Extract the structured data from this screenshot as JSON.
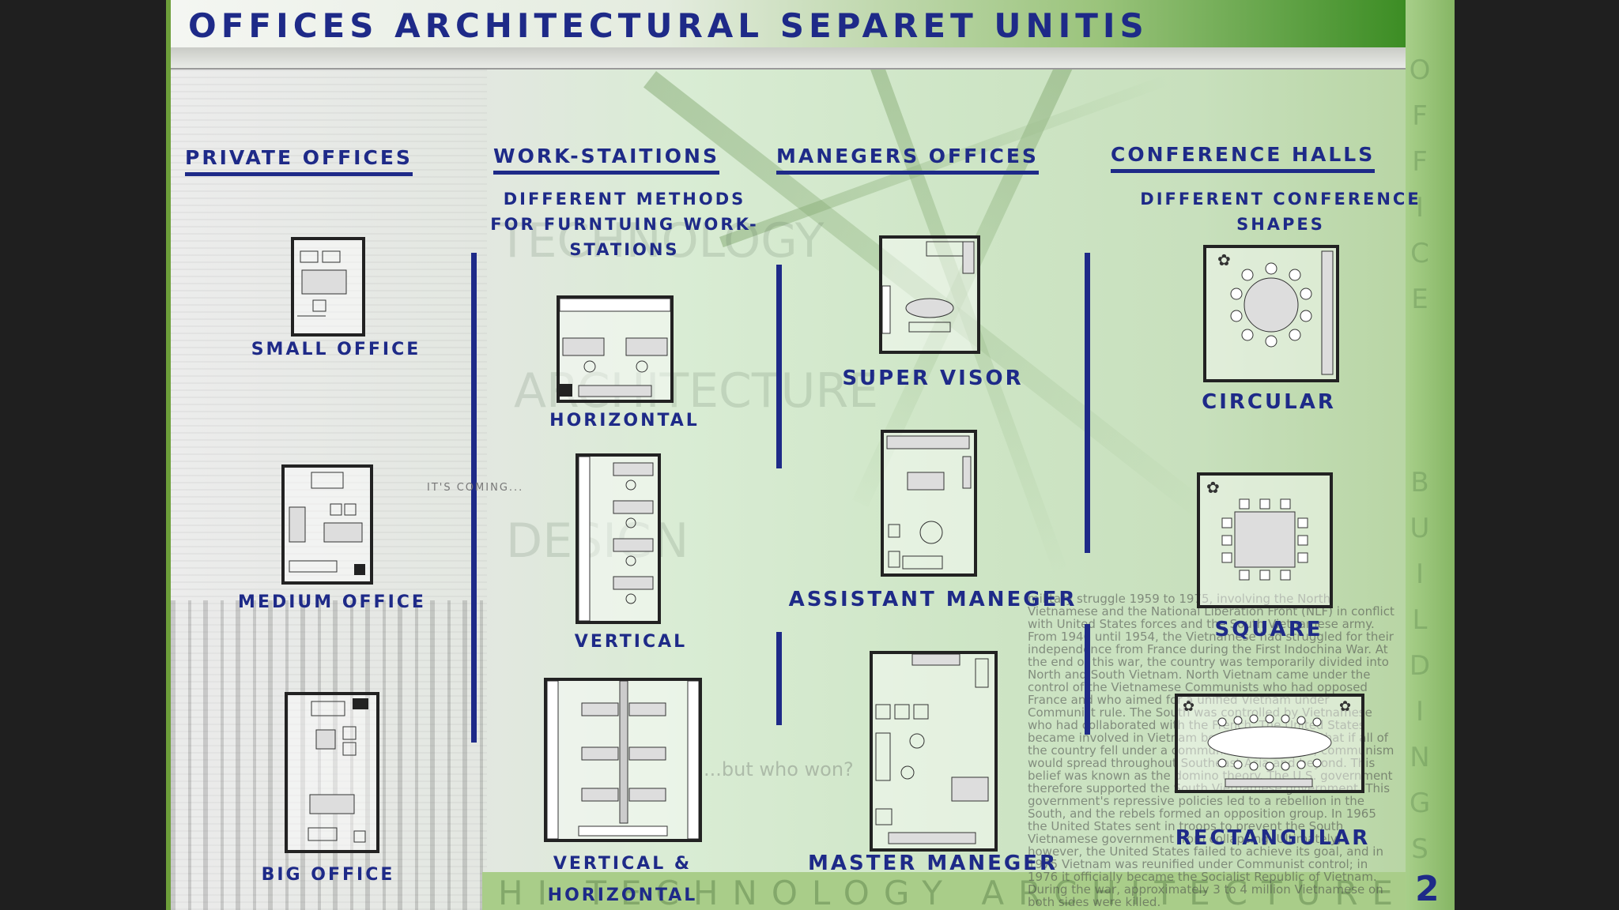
{
  "page_title": "OFFICES ARCHITECTURAL SEPARET UNITIS",
  "page_number": "2",
  "sections": {
    "private": {
      "heading": "PRIVATE OFFICES",
      "labels": {
        "small": "SMALL OFFICE",
        "medium": "MEDIUM OFFICE",
        "big": "BIG OFFICE"
      }
    },
    "workstations": {
      "heading": "WORK-STAITIONS",
      "subtitle": "DIFFERENT METHODS FOR FURNTUING WORK-STATIONS",
      "labels": {
        "horizontal": "HORIZONTAL",
        "vertical": "VERTICAL",
        "both": "VERTICAL & HORIZONTAL"
      }
    },
    "managers": {
      "heading": "MANEGERS OFFICES",
      "labels": {
        "supervisor": "SUPER VISOR",
        "assistant": "ASSISTANT MANEGER",
        "master": "MASTER MANEGER"
      }
    },
    "conference": {
      "heading": "CONFERENCE HALLS",
      "subtitle": "DIFFERENT CONFERENCE SHAPES",
      "labels": {
        "circular": "CIRCULAR",
        "square": "SQUARE",
        "rectangular": "RECTANGULAR"
      }
    }
  },
  "watermarks": {
    "coming": "IT'S COMING...",
    "bottom_strip": "HI TECHNOLOGY ARCHITECTURE",
    "side_letters": [
      "O",
      "F",
      "F",
      "I",
      "C",
      "E",
      "",
      "",
      "",
      "B",
      "U",
      "I",
      "L",
      "D",
      "I",
      "N",
      "G",
      "S"
    ],
    "design": "DESIGN",
    "architecture": "ARCHITECTURE",
    "technology": "TECHNOLOGY",
    "but_who_won": "...but who won?",
    "right_body": "military struggle 1959 to 1975, involving the North Vietnamese and the National Liberation Front (NLF) in conflict with United States forces and the South Vietnamese army. From 1946 until 1954, the Vietnamese had struggled for their independence from France during the First Indochina War. At the end of this war, the country was temporarily divided into North and South Vietnam. North Vietnam came under the control of the Vietnamese Communists who had opposed France and who aimed for a unified Vietnam under Communist rule. The South was controlled by Vietnamese who had collaborated with the French. The United States became involved in Vietnam because it believed that if all of the country fell under a communist government, communism would spread throughout Southeast Asia and beyond. This belief was known as the domino theory. The U.S. government therefore supported the South Vietnamese government. This government's repressive policies led to a rebellion in the South, and the rebels formed an opposition group. In 1965 the United States sent in troops to prevent the South Vietnamese government from collapsing. Ultimately, however, the United States failed to achieve its goal, and in 1975 Vietnam was reunified under Communist control; in 1976 it officially became the Socialist Republic of Vietnam. During the war, approximately 3 to 4 million Vietnamese on both sides were killed."
  },
  "colors": {
    "ink": "#1e2a88",
    "green": "#6d9e3a"
  }
}
